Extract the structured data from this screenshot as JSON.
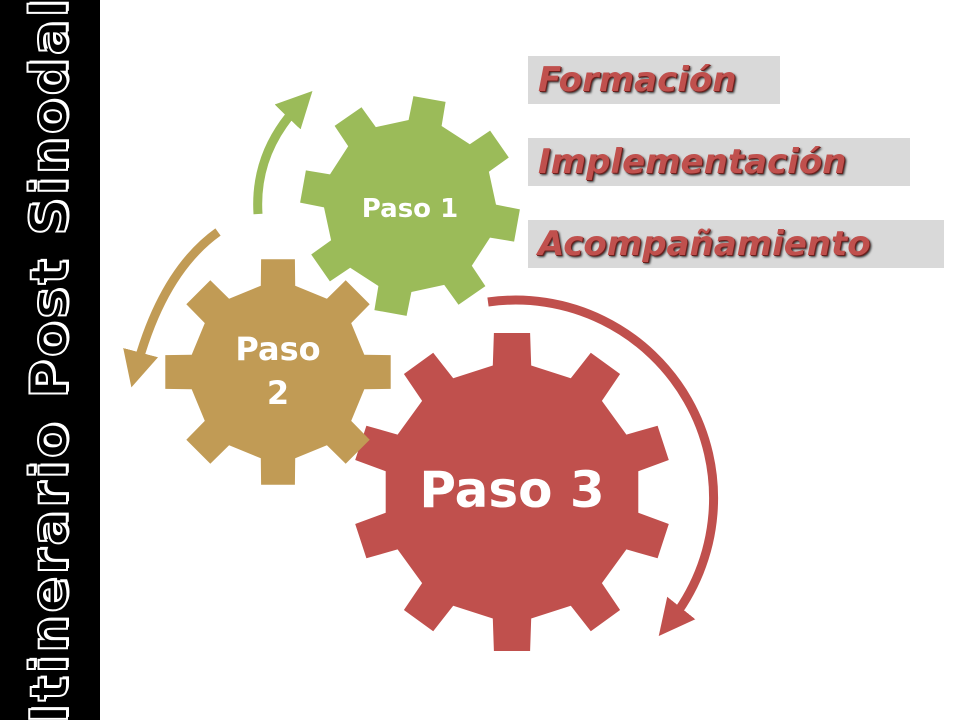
{
  "sidebar": {
    "title": "Itinerario Post Sinodal",
    "background": "#000000"
  },
  "steps": [
    {
      "label_lines": [
        "Paso 1"
      ],
      "color": "#9bbb59"
    },
    {
      "label_lines": [
        "Paso",
        "2"
      ],
      "color": "#c19b55"
    },
    {
      "label_lines": [
        "Paso 3"
      ],
      "color": "#c0504d"
    }
  ],
  "labels": [
    {
      "text": "Formación"
    },
    {
      "text": "Implementación"
    },
    {
      "text": "Acompañamiento"
    }
  ],
  "colors": {
    "label_box": "#d9d9d9",
    "label_text": "#c0504d"
  }
}
